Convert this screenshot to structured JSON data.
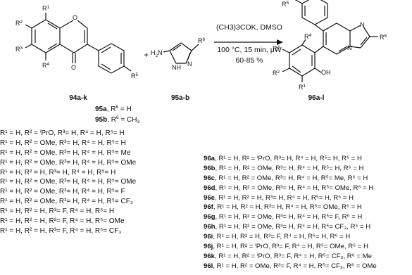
{
  "reaction": {
    "reagent_line": "(CH3)3COK, DMSO",
    "conditions_line": "100 °C, 15 min, μW",
    "yield": "60-85 %",
    "plus": "+"
  },
  "compounds": {
    "reactant1": "94a-k",
    "reactant2": "95a-b",
    "product": "96a-l"
  },
  "atom_labels": {
    "O": "O",
    "H": "H",
    "N": "N",
    "NH": "NH",
    "H2N": "H2N",
    "OH": "OH"
  },
  "substituent_labels": {
    "R1": "R",
    "R2": "R",
    "R3": "R",
    "R4": "R",
    "R5": "R",
    "R6": "R",
    "sup1": "1",
    "sup2": "2",
    "sup3": "3",
    "sup4": "4",
    "sup5": "5",
    "sup6": "6"
  },
  "r6_defs": [
    {
      "id": "95a",
      "rest": ", R",
      "sup": "6",
      "val": " = H"
    },
    {
      "id": "95b",
      "rest": ", R",
      "sup": "6",
      "val": " = CH",
      "sub": "3"
    }
  ],
  "left_list": [
    "R¹ = H, R² = ⁱPrO, R³= H, R⁴ = H, R⁵= H",
    "R¹ = H, R² = OMe, R³= H, R⁴ = H, R⁵= H",
    "R¹ = H, R² = OMe, R³= H, R⁴ = H, R⁵= Me",
    "R¹ = H, R² = OMe, R³= H, R⁴ = H, R⁵= OMe",
    "R¹ = H, R² = H, R³= H, R⁴ = H, R⁵= H",
    "R¹ = H, R² = OMe, R³= H, R⁴ = H, R⁵= OMe",
    "R¹ = H, R² = OMe, R³= H, R⁴ = H, R⁵= F",
    "R¹ = H, R² = OMe, R³= H, R⁴ = H, R⁵= CF₃",
    "R¹ = H, R² = H, R³= F, R⁴ = H, R⁵= H",
    "R¹ = H, R² = H, R³= F, R⁴ = H, R⁵= OMe",
    "R¹ = H, R² = H, R³= F, R⁴ = H, R⁵= CF₃"
  ],
  "right_list": [
    {
      "id": "96a",
      "text": ", R¹ = H, R² = ⁱPrO, R³= H, R⁴ = H, R⁵= H, R⁶ = H"
    },
    {
      "id": "96b",
      "text": ", R¹ = H, R² = OMe, R³= H, R⁴ = H, R⁵= H, R⁶ = H"
    },
    {
      "id": "96c",
      "text": ", R¹ = H, R² = OMe, R³= H, R⁴ = H, R⁵= Me, R⁶ = H"
    },
    {
      "id": "96d",
      "text": ", R¹ = H, R² = OMe, R³= H, R⁴ = H, R⁵= OMe, R⁶ = H"
    },
    {
      "id": "96e",
      "text": ", R¹ = H, R² = H, R³= H, R⁴ = H, R⁵= H, R⁶ = H"
    },
    {
      "id": "96f",
      "text": ", R¹ = H, R² = H, R³= H, R⁴ = H, R⁵= OMe, R⁶ = H"
    },
    {
      "id": "96g",
      "text": ", R¹ = H, R² = OMe, R³= H, R⁴ = H, R⁵= F, R⁶ = H"
    },
    {
      "id": "96h",
      "text": ", R¹ = H, R² = OMe, R³= H, R⁴ = H, R⁵= CF₃, R⁶ = H"
    },
    {
      "id": "96i",
      "text": ", R¹ = H, R² = H, R³= F, R⁴ = H, R⁵= H, R⁶ = H"
    },
    {
      "id": "96j",
      "text": ", R¹ = H, R² = ⁱPrO, R³= F, R⁴ = H, R⁵= OMe, R⁶ = H"
    },
    {
      "id": "96k",
      "text": ", R¹ = H, R² = ⁱPrO, R³= F, R⁴ = H, R⁵= CF₃, R⁶ = Me"
    },
    {
      "id": "96l",
      "text": ", R¹ = H, R² = OMe, R³= F, R⁴ = H, R⁵= CF₃, R⁶ = OMe"
    }
  ]
}
